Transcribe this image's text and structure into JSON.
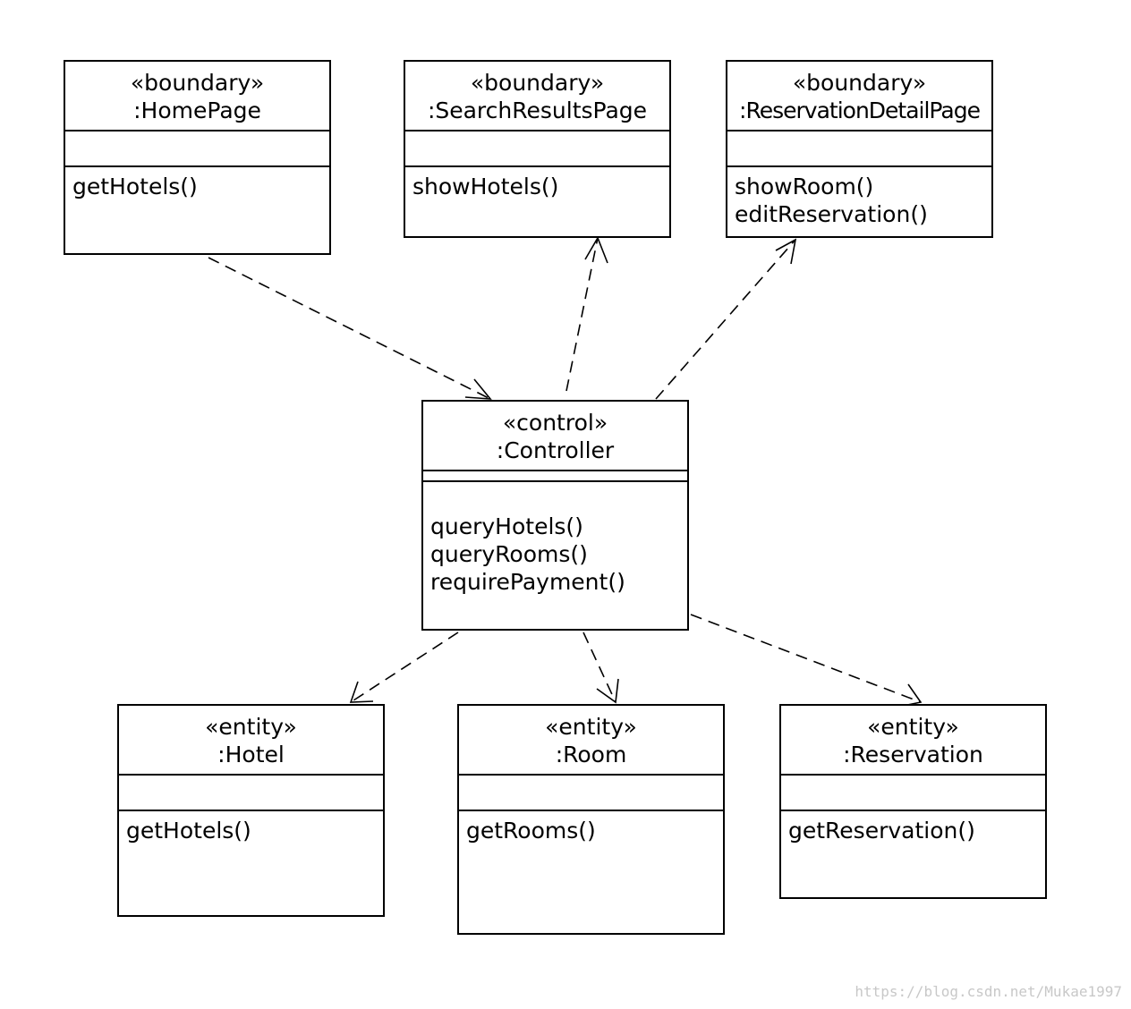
{
  "classes": {
    "homepage": {
      "stereotype": "«boundary»",
      "name": ":HomePage",
      "operations": [
        "getHotels()"
      ]
    },
    "search_results": {
      "stereotype": "«boundary»",
      "name": ":SearchResultsPage",
      "operations": [
        "showHotels()"
      ]
    },
    "reservation_detail": {
      "stereotype": "«boundary»",
      "name": ":ReservationDetailPage",
      "operations": [
        "showRoom()",
        "editReservation()"
      ]
    },
    "controller": {
      "stereotype": "«control»",
      "name": ":Controller",
      "operations": [
        "queryHotels()",
        "queryRooms()",
        "requirePayment()"
      ]
    },
    "hotel": {
      "stereotype": "«entity»",
      "name": ":Hotel",
      "operations": [
        "getHotels()"
      ]
    },
    "room": {
      "stereotype": "«entity»",
      "name": ":Room",
      "operations": [
        "getRooms()"
      ]
    },
    "reservation": {
      "stereotype": "«entity»",
      "name": ":Reservation",
      "operations": [
        "getReservation()"
      ]
    }
  },
  "dependencies": [
    {
      "from": ":HomePage",
      "to": ":Controller"
    },
    {
      "from": ":Controller",
      "to": ":SearchResultsPage"
    },
    {
      "from": ":Controller",
      "to": ":ReservationDetailPage"
    },
    {
      "from": ":Controller",
      "to": ":Hotel"
    },
    {
      "from": ":Controller",
      "to": ":Room"
    },
    {
      "from": ":Controller",
      "to": ":Reservation"
    }
  ],
  "watermark": "https://blog.csdn.net/Mukae1997"
}
